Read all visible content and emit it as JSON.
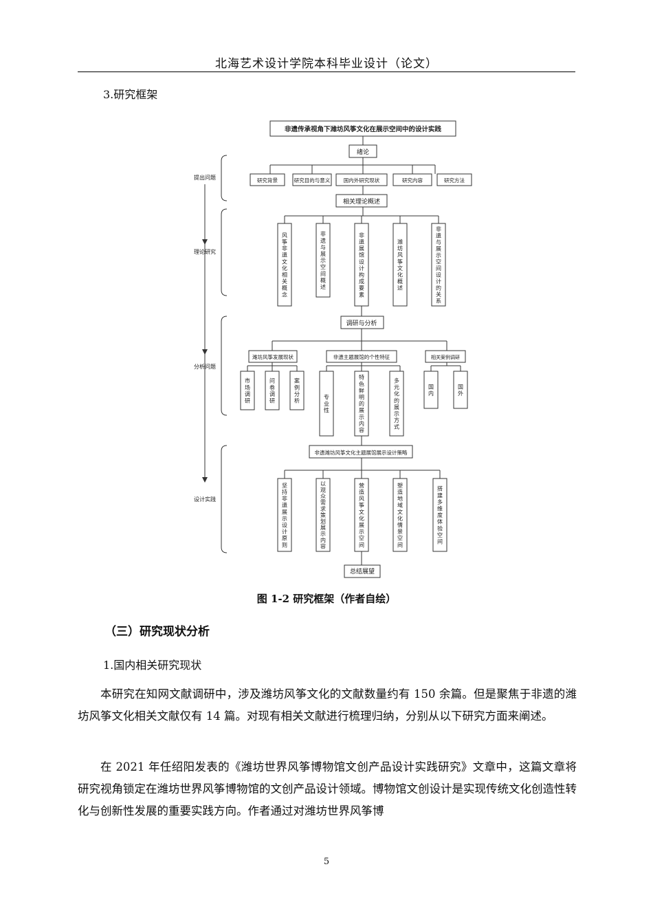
{
  "header": {
    "title": "北海艺术设计学院本科毕业设计（论文）"
  },
  "section_3_title": "3.研究框架",
  "diagram": {
    "title": "非遗传承视角下潍坊风筝文化在展示空间中的设计实践",
    "intro": "绪论",
    "row1": [
      "研究背景",
      "研究目的与意义",
      "国内外研究现状",
      "研究内容",
      "研究方法"
    ],
    "theory": "相关理论概述",
    "row2": [
      "风筝非遗文化相关概念",
      "非遗与展示空间概述",
      "非遗展馆设计构成要素",
      "潍坊风筝文化概述",
      "非遗与展示空间设计的关系"
    ],
    "survey": "调研与分析",
    "group_a": {
      "label": "潍坊风筝发展现状",
      "items": [
        "市场调研",
        "问卷调研",
        "案例分析"
      ]
    },
    "group_b": {
      "label": "非遗主题展馆的个性特征",
      "items": [
        "专业性",
        "特色鲜明的展示内容",
        "多元化的展示方式"
      ]
    },
    "group_c": {
      "label": "相关案例调研",
      "items": [
        "国内",
        "国外"
      ]
    },
    "strategy": "非遗潍坊风筝文化主题展馆展示设计策略",
    "row4": [
      "坚持非遗展示设计原则",
      "以观众需求策划展示内容",
      "营造风筝文化展示空间",
      "塑造地域文化情景空间",
      "搭建多维度体验空间"
    ],
    "conclusion": "总结展望",
    "phases": [
      "提出问题",
      "理论研究",
      "分析问题",
      "设计实践"
    ]
  },
  "figure_caption": "图 1-2  研究框架（作者自绘）",
  "section_three_title": "（三）研究现状分析",
  "section_1_title": "1.国内相关研究现状",
  "paragraphs": [
    "本研究在知网文献调研中，涉及潍坊风筝文化的文献数量约有 150 余篇。但是聚焦于非遗的潍坊风筝文化相关文献仅有 14 篇。对现有相关文献进行梳理归纳，分别从以下研究方面来阐述。",
    "在 2021 年任绍阳发表的《潍坊世界风筝博物馆文创产品设计实践研究》文章中，这篇文章将研究视角锁定在潍坊世界风筝博物馆的文创产品设计领域。博物馆文创设计是实现传统文化创造性转化与创新性发展的重要实践方向。作者通过对潍坊世界风筝博"
  ],
  "page_number": "5"
}
